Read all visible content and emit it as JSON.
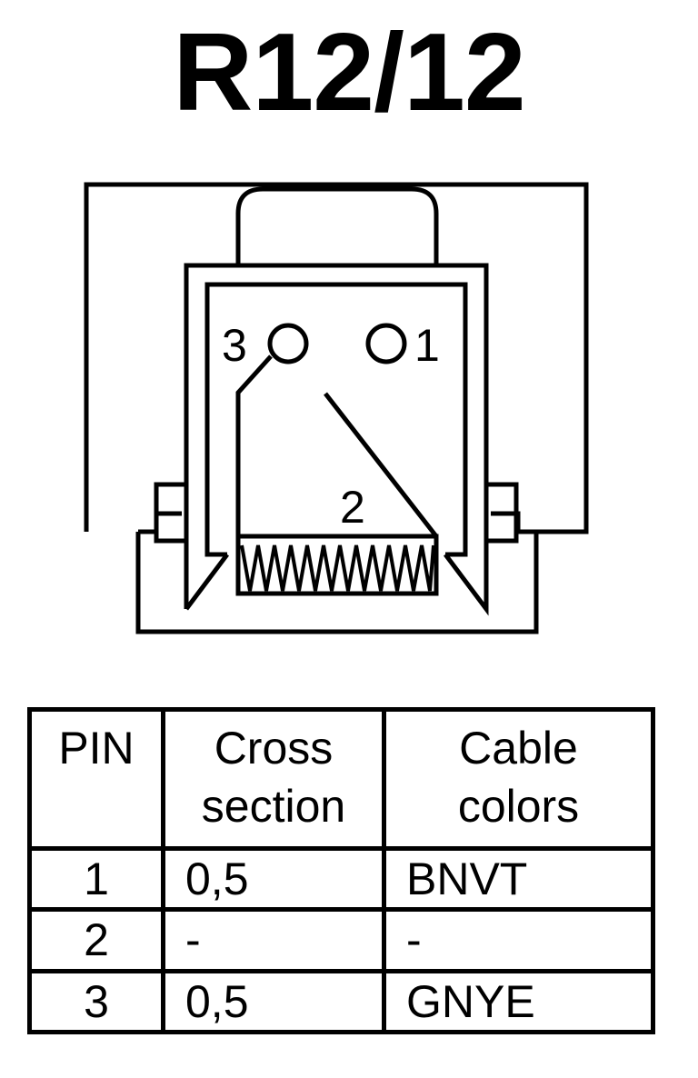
{
  "title": "R12/12",
  "pin_labels": {
    "pin1": "1",
    "pin2": "2",
    "pin3": "3"
  },
  "table": {
    "headers": [
      {
        "line1": "PIN",
        "line2": ""
      },
      {
        "line1": "Cross",
        "line2": "section"
      },
      {
        "line1": "Cable",
        "line2": "colors"
      }
    ],
    "rows": [
      {
        "pin": "1",
        "cross_section": "0,5",
        "color": "BNVT"
      },
      {
        "pin": "2",
        "cross_section": "-",
        "color": "-"
      },
      {
        "pin": "3",
        "cross_section": "0,5",
        "color": "GNYE"
      }
    ]
  },
  "colors": {
    "line": "#000000",
    "background": "#ffffff"
  }
}
